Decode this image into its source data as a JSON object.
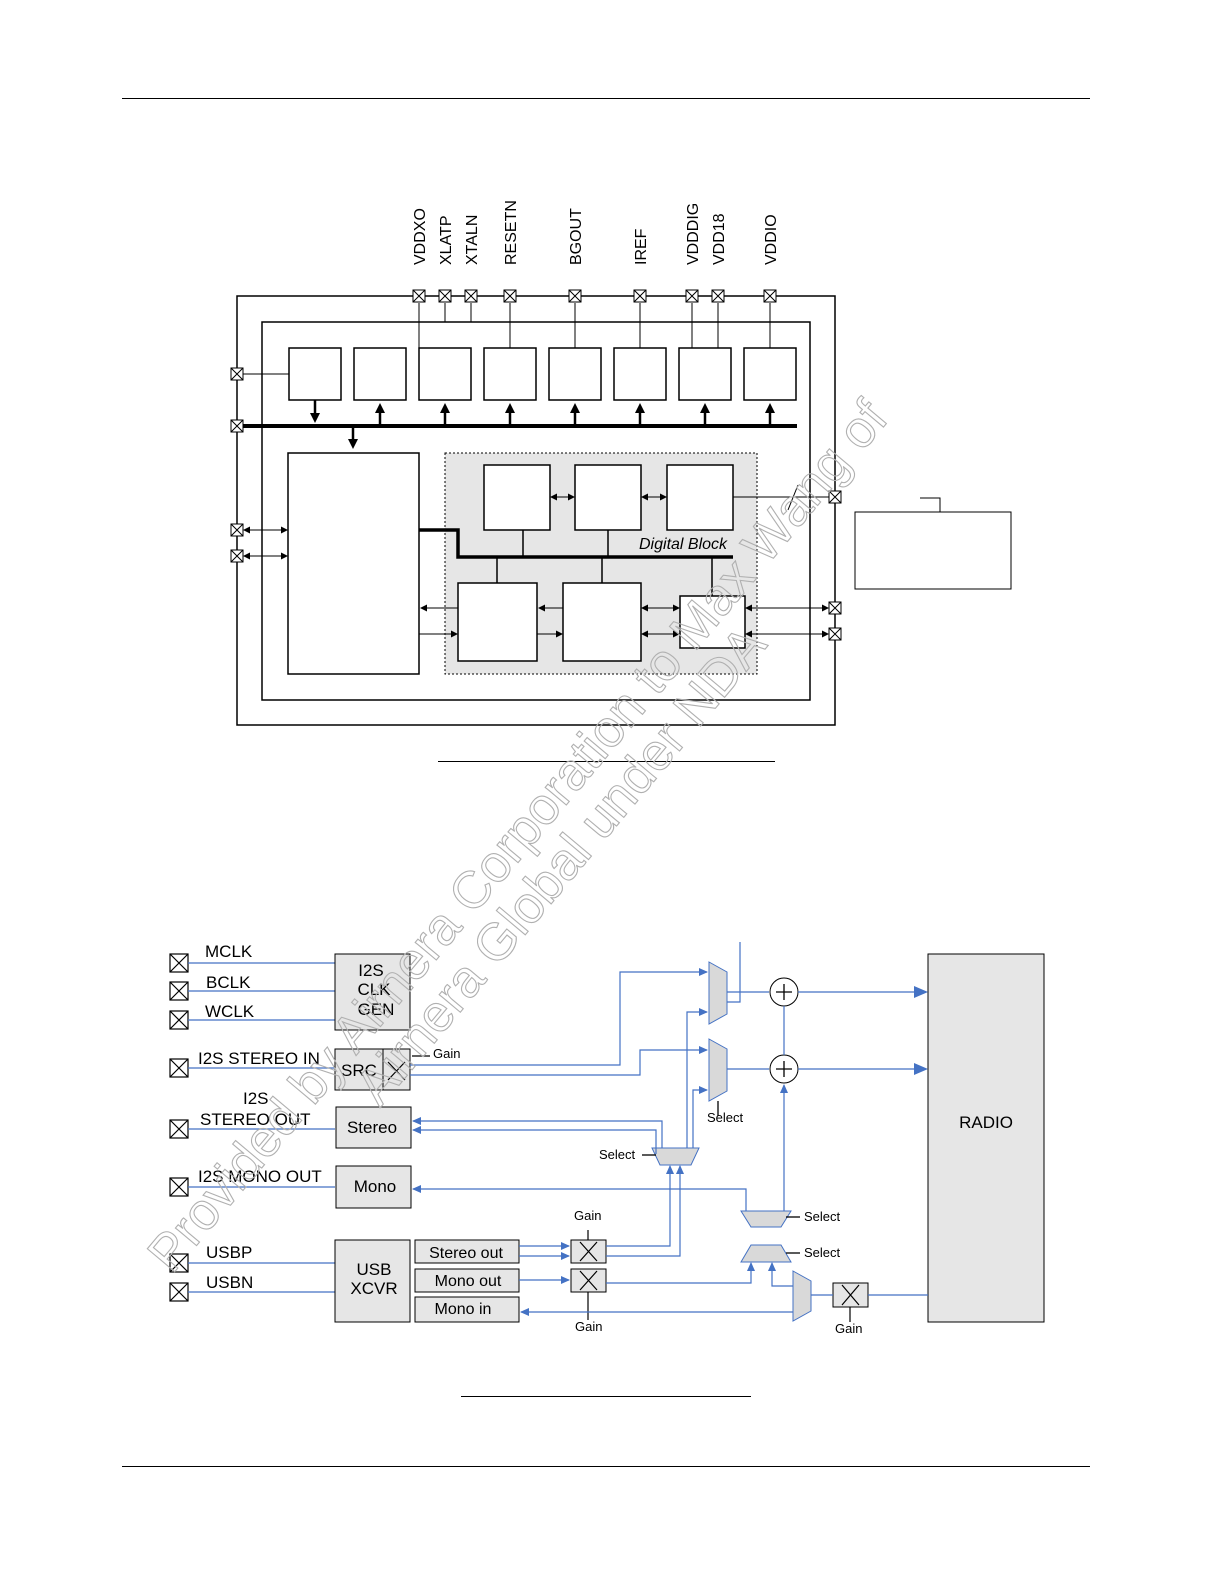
{
  "diagram1": {
    "top_pins": [
      "VDDXO",
      "XLATP",
      "XTALN",
      "RESETN",
      "BGOUT",
      "IREF",
      "VDDDIG",
      "VDD18",
      "VDDIO"
    ],
    "digital_block_label": "Digital Block"
  },
  "diagram2": {
    "pins": {
      "mclk": "MCLK",
      "bclk": "BCLK",
      "wclk": "WCLK",
      "i2s_stereo_in": "I2S STEREO IN",
      "i2s_stereo_out_1": "I2S",
      "i2s_stereo_out_2": "STEREO OUT",
      "i2s_mono_out": "I2S MONO OUT",
      "usbp": "USBP",
      "usbn": "USBN"
    },
    "blocks": {
      "clkgen_1": "I2S",
      "clkgen_2": "CLK",
      "clkgen_3": "GEN",
      "src": "SRC",
      "stereo": "Stereo",
      "mono": "Mono",
      "usb_1": "USB",
      "usb_2": "XCVR",
      "stereo_out": "Stereo out",
      "mono_out": "Mono out",
      "mono_in": "Mono in",
      "radio": "RADIO"
    },
    "labels": {
      "gain": "Gain",
      "select": "Select"
    }
  },
  "watermark": {
    "line1": "Provided by Airnera Corporation to Max Wang of",
    "line2": "Airnera Global under NDA"
  }
}
